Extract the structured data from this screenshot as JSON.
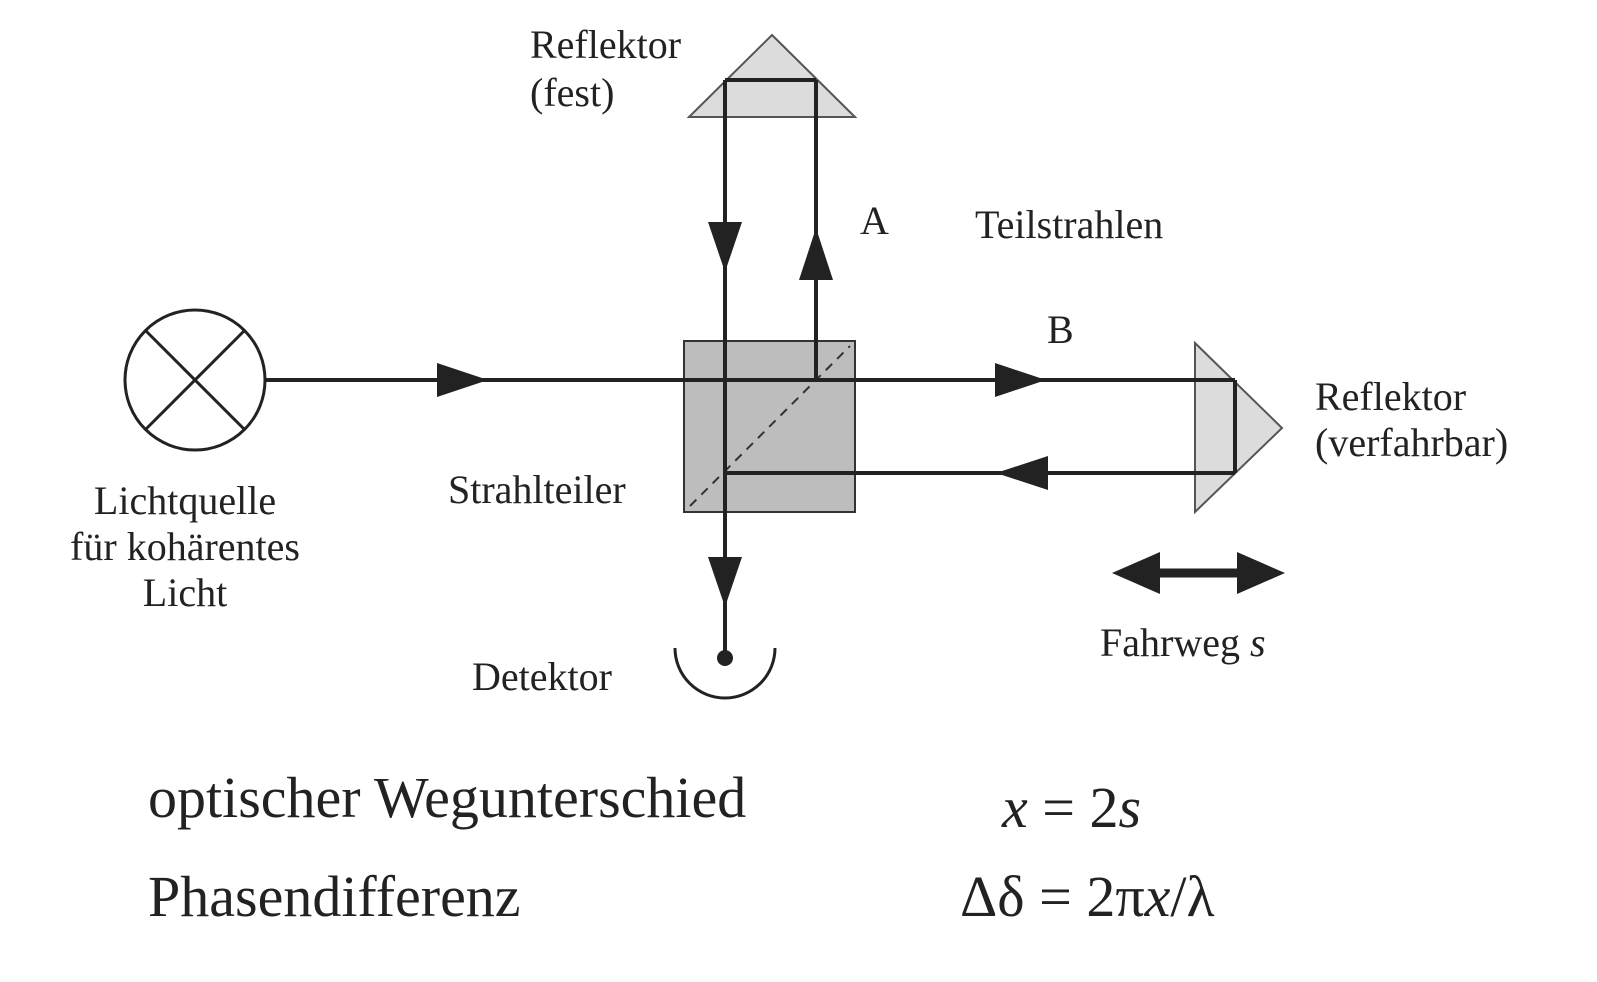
{
  "diagram": {
    "labels": {
      "reflector_fixed_line1": "Reflektor",
      "reflector_fixed_line2": "(fest)",
      "beam_a": "A",
      "partial_beams": "Teilstrahlen",
      "beam_b": "B",
      "reflector_movable_line1": "Reflektor",
      "reflector_movable_line2": "(verfahrbar)",
      "light_source_line1": "Lichtquelle",
      "light_source_line2": "für kohärentes",
      "light_source_line3": "Licht",
      "beam_splitter": "Strahlteiler",
      "detector": "Detektor",
      "travel_path_word": "Fahrweg",
      "travel_path_symbol": "s"
    },
    "formulas": {
      "path_difference_label": "optischer Wegunterschied",
      "path_difference_lhs": "x",
      "path_difference_rest": " = 2",
      "path_difference_var": "s",
      "phase_difference_label": "Phasendifferenz",
      "phase_difference_prefix": "Δδ = 2π",
      "phase_difference_var": "x",
      "phase_difference_suffix": "/λ"
    },
    "colors": {
      "line": "#222222",
      "beam_splitter_fill": "#bdbdbd",
      "reflector_fill": "#dcdcdc"
    }
  }
}
